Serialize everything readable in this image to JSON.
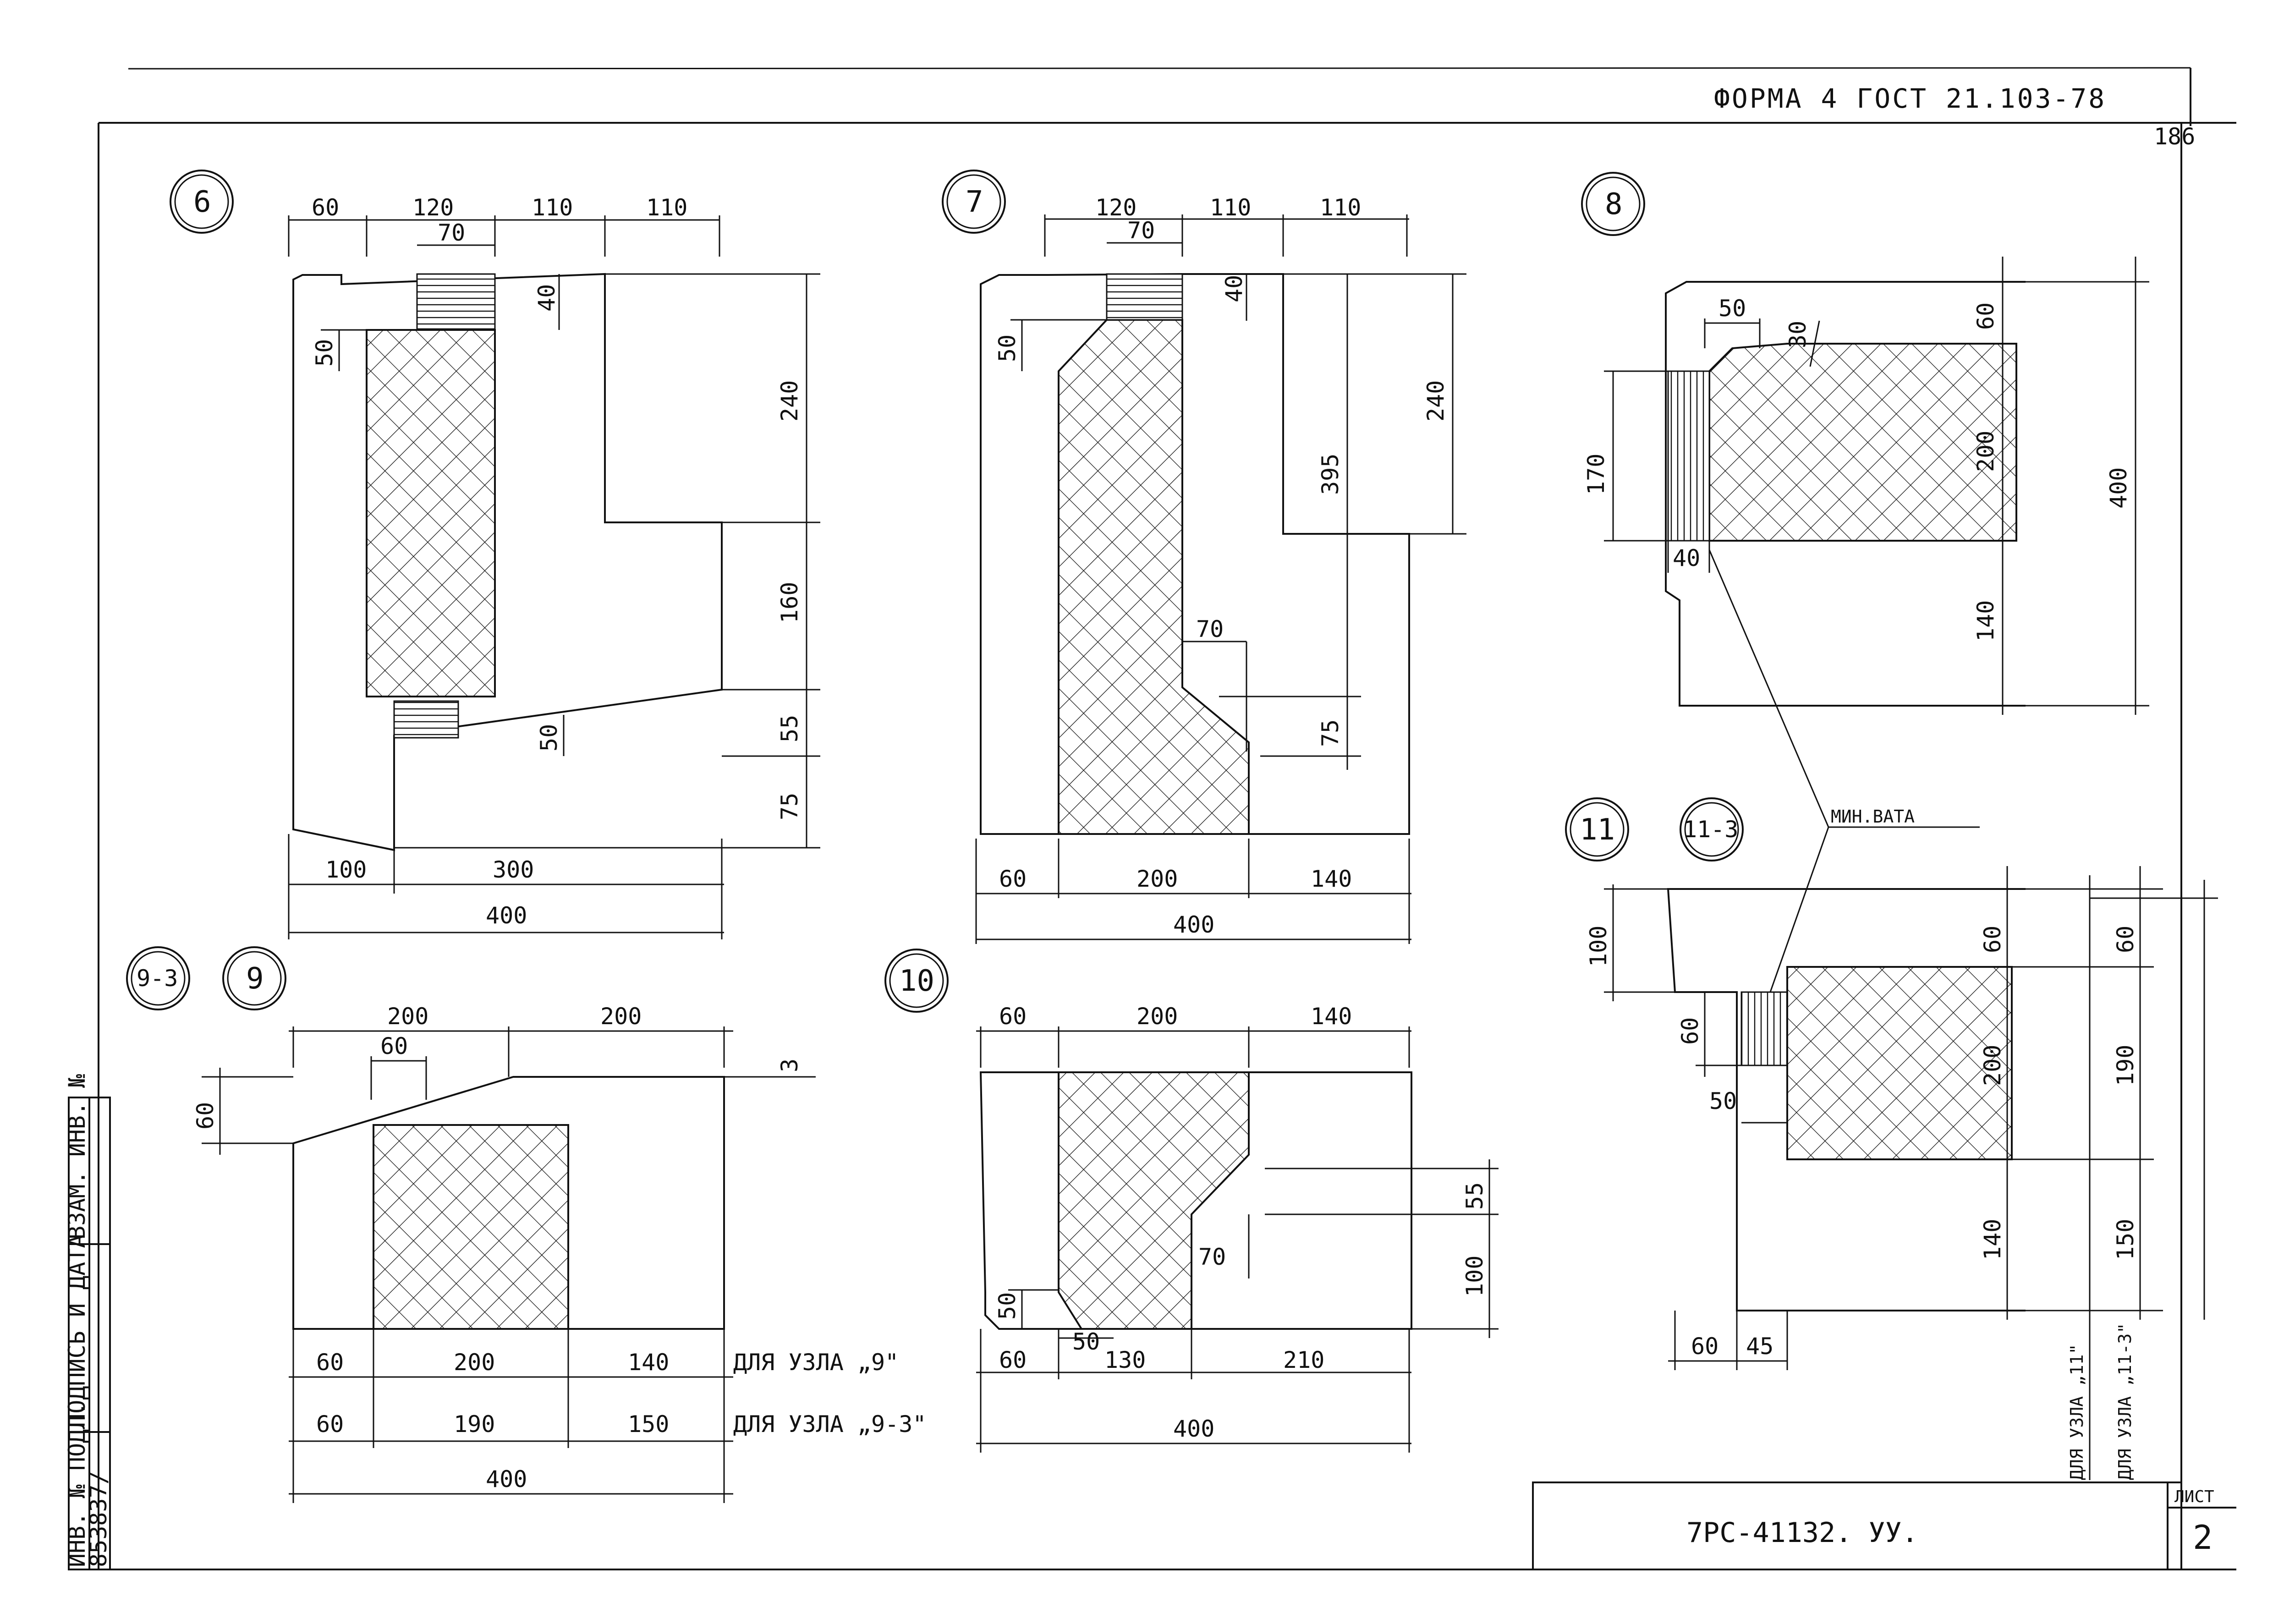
{
  "header": {
    "form_note": "ФОРМА 4 ГОСТ 21.103-78",
    "page_number": "186"
  },
  "title_block": {
    "code": "7РС-41132. УУ.",
    "sheet_label": "ЛИСТ",
    "sheet_number": "2"
  },
  "side_stamp": {
    "inv_no": "ИНВ. № ПОДЛ.",
    "sign_date": "ПОДПИСЬ И ДАТА",
    "replace_inv": "ВЗАМ. ИНВ. №",
    "inv_value": "853837/"
  },
  "nodes": {
    "n6": {
      "label": "6",
      "dims": {
        "d60": "60",
        "d120": "120",
        "d110a": "110",
        "d110b": "110",
        "d70": "70",
        "d40": "40",
        "d50": "50",
        "d240": "240",
        "d160": "160",
        "d55": "55",
        "d50b": "50",
        "d75": "75",
        "d100": "100",
        "d300": "300",
        "d400": "400"
      }
    },
    "n7": {
      "label": "7",
      "dims": {
        "d120": "120",
        "d110a": "110",
        "d110b": "110",
        "d70": "70",
        "d40": "40",
        "d50": "50",
        "d395": "395",
        "d240": "240",
        "d70b": "70",
        "d75": "75",
        "d60": "60",
        "d200": "200",
        "d140": "140",
        "d400": "400"
      }
    },
    "n8": {
      "label": "8",
      "dims": {
        "d50": "50",
        "d30": "30",
        "d60": "60",
        "d170": "170",
        "d200": "200",
        "d400": "400",
        "d40": "40",
        "d140": "140"
      }
    },
    "n9": {
      "label": "9",
      "label_alt": "9-3",
      "dims": {
        "d200a": "200",
        "d200b": "200",
        "d60": "60",
        "d60v": "60",
        "d3": "3",
        "r1_60": "60",
        "r1_200": "200",
        "r1_140": "140",
        "r1_note": "ДЛЯ УЗЛА „9\"",
        "r2_60": "60",
        "r2_190": "190",
        "r2_150": "150",
        "r2_note": "ДЛЯ УЗЛА „9-3\"",
        "d400": "400"
      }
    },
    "n10": {
      "label": "10",
      "dims": {
        "d60": "60",
        "d200": "200",
        "d140": "140",
        "d55": "55",
        "d70": "70",
        "d100": "100",
        "d50v": "50",
        "d50": "50",
        "b60": "60",
        "b130": "130",
        "b210": "210",
        "d400": "400"
      }
    },
    "n11": {
      "label": "11",
      "label_alt": "11-3",
      "dims": {
        "d100": "100",
        "d60v": "60",
        "d50": "50",
        "d60": "60",
        "d45": "45",
        "a60": "60",
        "a200": "200",
        "a140": "140",
        "b60": "60",
        "b190": "190",
        "b150": "150",
        "note_a": "ДЛЯ УЗЛА „11\"",
        "note_b": "ДЛЯ УЗЛА „11-3\""
      }
    }
  },
  "callout": {
    "text": "МИН.ВАТА"
  }
}
